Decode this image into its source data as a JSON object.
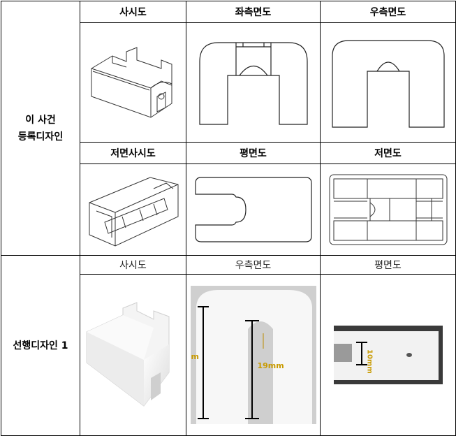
{
  "section1": {
    "label_line1": "이 사건",
    "label_line2": "등록디자인",
    "row1_headers": [
      "사시도",
      "좌측면도",
      "우측면도"
    ],
    "row2_headers": [
      "저면사시도",
      "평면도",
      "저면도"
    ]
  },
  "section2": {
    "label": "선행디자인 1",
    "headers": [
      "사시도",
      "우측면도",
      "평면도"
    ],
    "dim_left": "m",
    "dim_center": "19mm",
    "dim_top_view": "10mm"
  }
}
